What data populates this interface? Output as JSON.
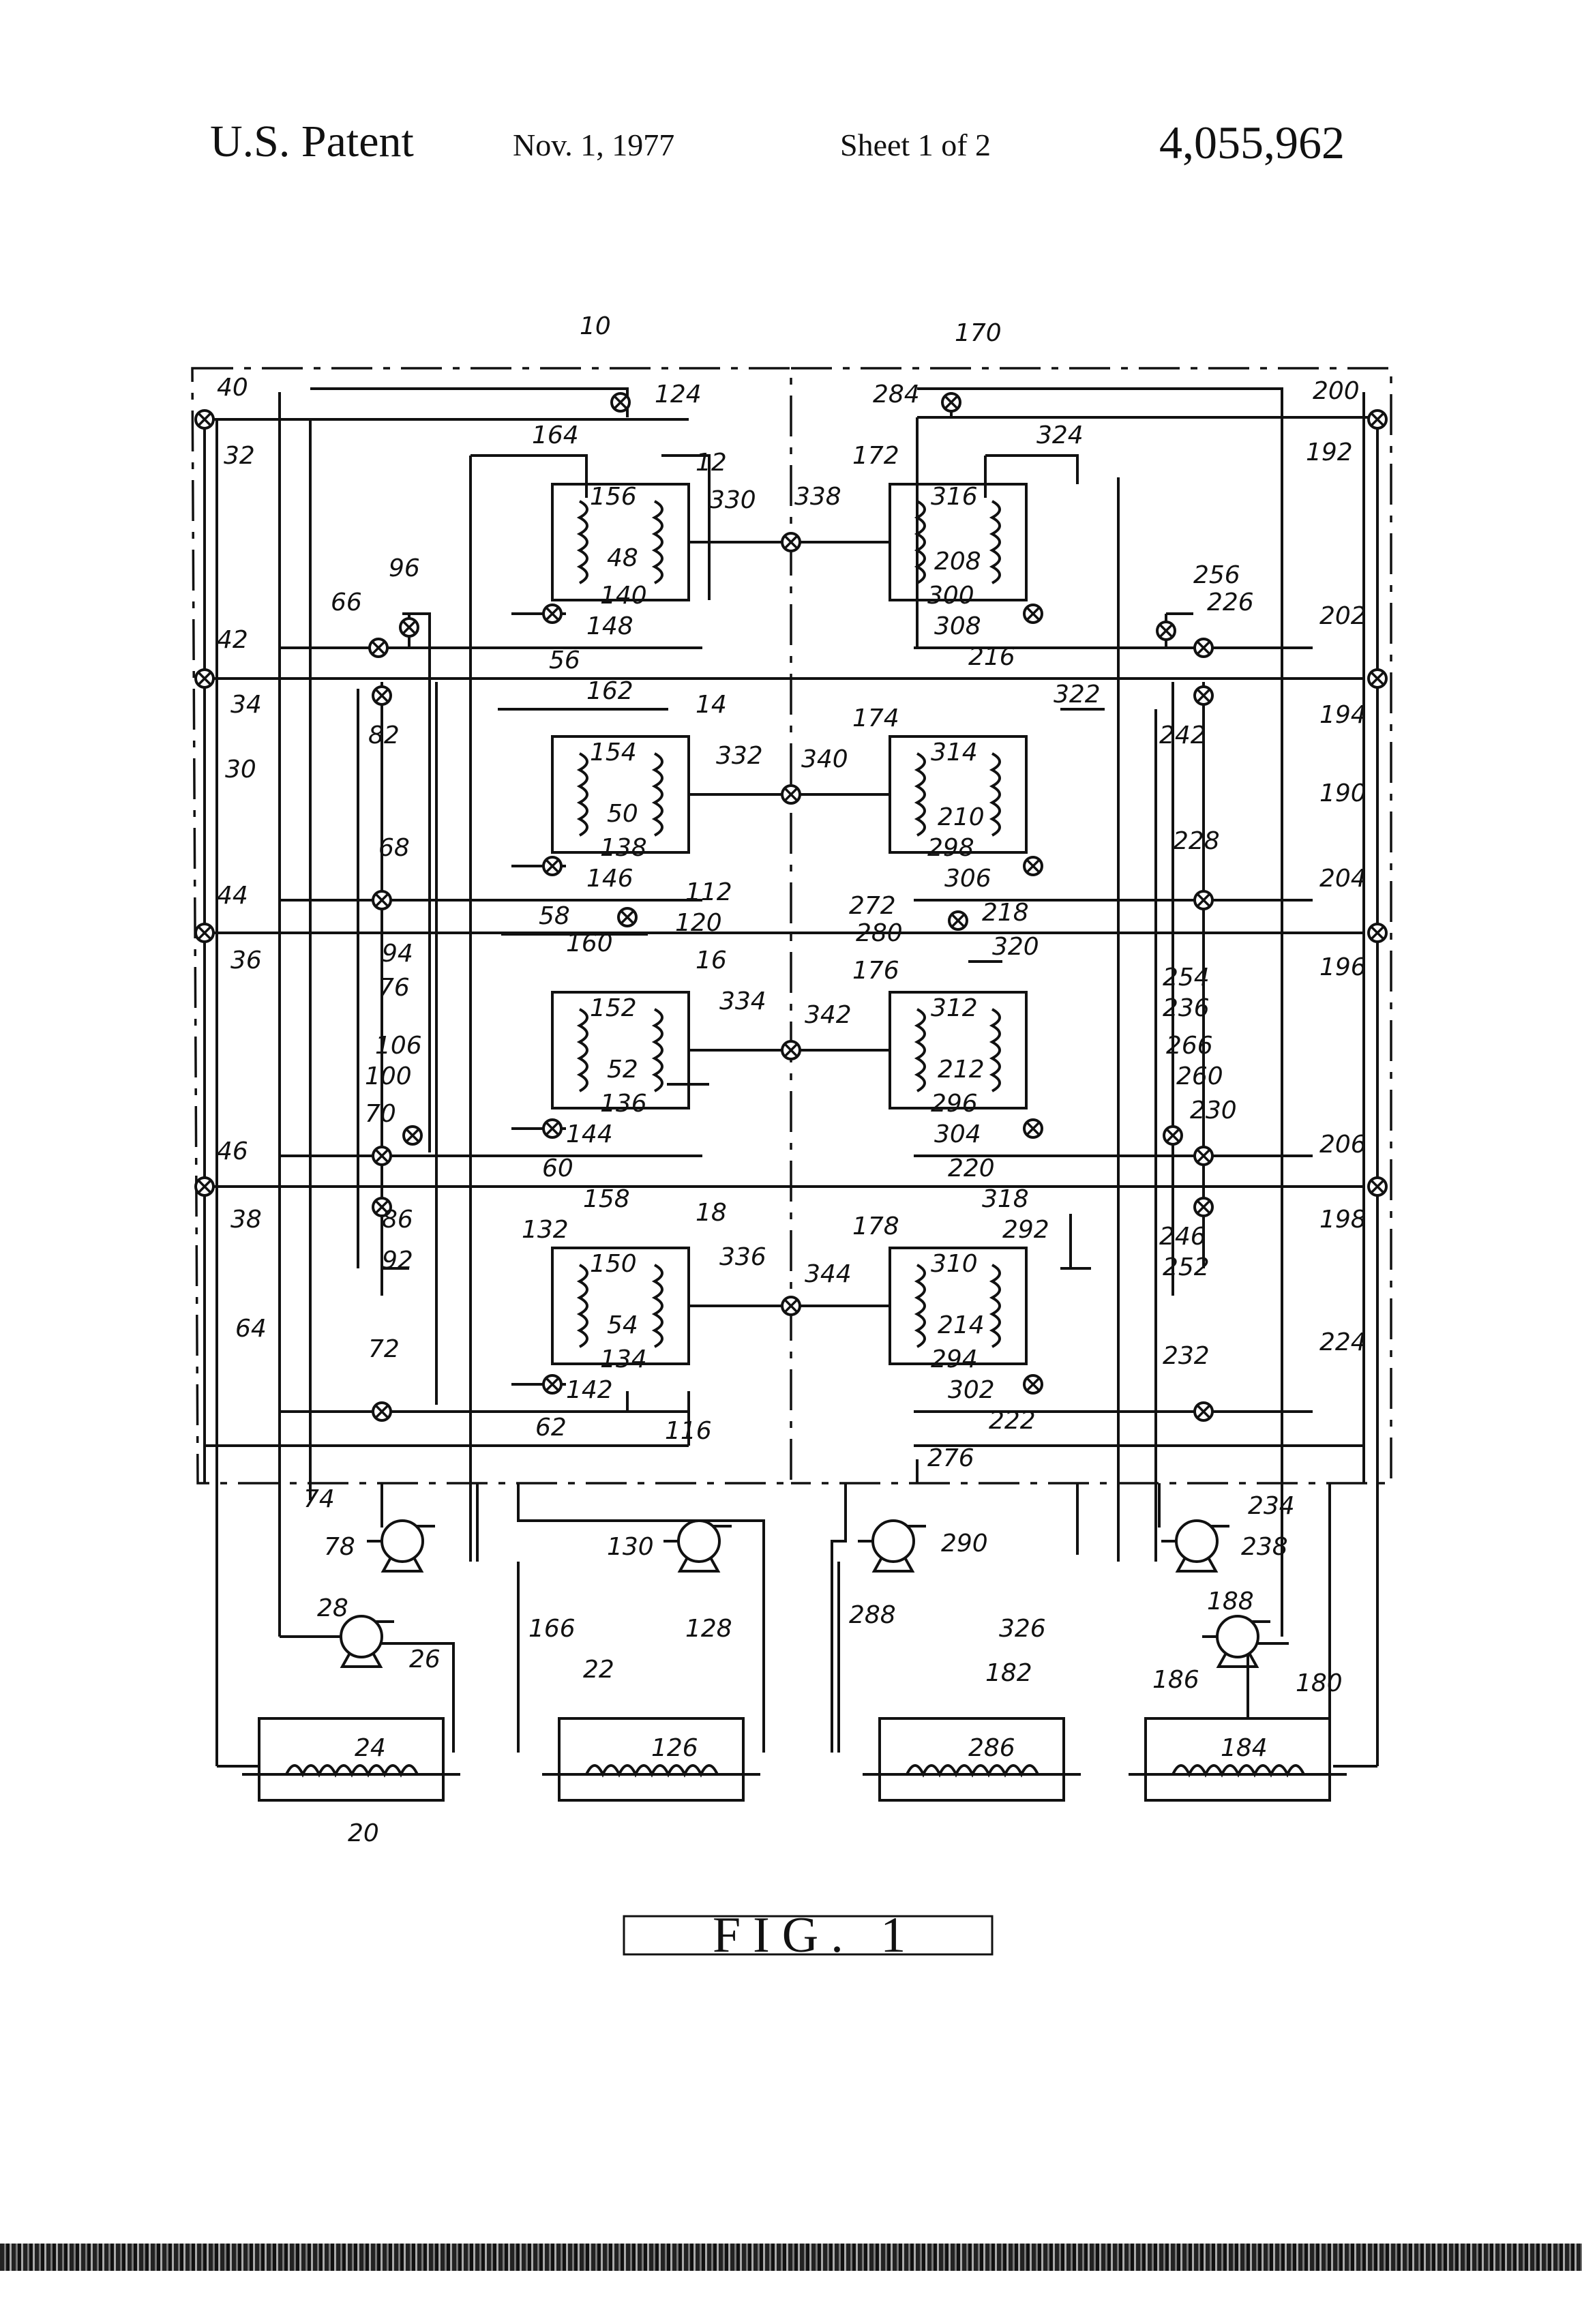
{
  "header": {
    "patent": "U.S. Patent",
    "date": "Nov. 1, 1977",
    "sheet": "Sheet 1 of 2",
    "number": "4,055,962"
  },
  "figure": {
    "caption": "FIG. 1"
  },
  "labels": {
    "l10": "10",
    "l170": "170",
    "l40": "40",
    "l32": "32",
    "l124": "124",
    "l284": "284",
    "l200": "200",
    "l192": "192",
    "l164": "164",
    "l12": "12",
    "l324": "324",
    "l172": "172",
    "l156": "156",
    "l48": "48",
    "l330": "330",
    "l338": "338",
    "l316": "316",
    "l208": "208",
    "l140": "140",
    "l148": "148",
    "l300": "300",
    "l308": "308",
    "l216": "216",
    "l96": "96",
    "l66": "66",
    "l256": "256",
    "l226": "226",
    "l202": "202",
    "l42": "42",
    "l34": "34",
    "l56": "56",
    "l194": "194",
    "l162": "162",
    "l14": "14",
    "l82": "82",
    "l322": "322",
    "l174": "174",
    "l242": "242",
    "l30": "30",
    "l154": "154",
    "l50": "50",
    "l332": "332",
    "l340": "340",
    "l314": "314",
    "l210": "210",
    "l190": "190",
    "l68": "68",
    "l138": "138",
    "l146": "146",
    "l298": "298",
    "l306": "306",
    "l228": "228",
    "l44": "44",
    "l36": "36",
    "l112": "112",
    "l120": "120",
    "l58": "58",
    "l272": "272",
    "l280": "280",
    "l218": "218",
    "l204": "204",
    "l196": "196",
    "l94": "94",
    "l76": "76",
    "l160": "160",
    "l16": "16",
    "l320": "320",
    "l176": "176",
    "l254": "254",
    "l236": "236",
    "l106": "106",
    "l100": "100",
    "l152": "152",
    "l52": "52",
    "l334": "334",
    "l342": "342",
    "l312": "312",
    "l212": "212",
    "l266": "266",
    "l260": "260",
    "l70": "70",
    "l136": "136",
    "l144": "144",
    "l296": "296",
    "l304": "304",
    "l230": "230",
    "l46": "46",
    "l38": "38",
    "l60": "60",
    "l220": "220",
    "l206": "206",
    "l198": "198",
    "l86": "86",
    "l92": "92",
    "l158": "158",
    "l18": "18",
    "l132": "132",
    "l318": "318",
    "l292": "292",
    "l178": "178",
    "l246": "246",
    "l252": "252",
    "l64": "64",
    "l150": "150",
    "l54": "54",
    "l336": "336",
    "l344": "344",
    "l310": "310",
    "l214": "214",
    "l134": "134",
    "l294": "294",
    "l72": "72",
    "l142": "142",
    "l302": "302",
    "l232": "232",
    "l224": "224",
    "l62": "62",
    "l116": "116",
    "l222": "222",
    "l276": "276",
    "l74": "74",
    "l78": "78",
    "l130": "130",
    "l290": "290",
    "l234": "234",
    "l238": "238",
    "l28": "28",
    "l166": "166",
    "l128": "128",
    "l288": "288",
    "l326": "326",
    "l188": "188",
    "l26": "26",
    "l22": "22",
    "l182": "182",
    "l186": "186",
    "l180": "180",
    "l24": "24",
    "l126": "126",
    "l286": "286",
    "l184": "184",
    "l20": "20"
  }
}
